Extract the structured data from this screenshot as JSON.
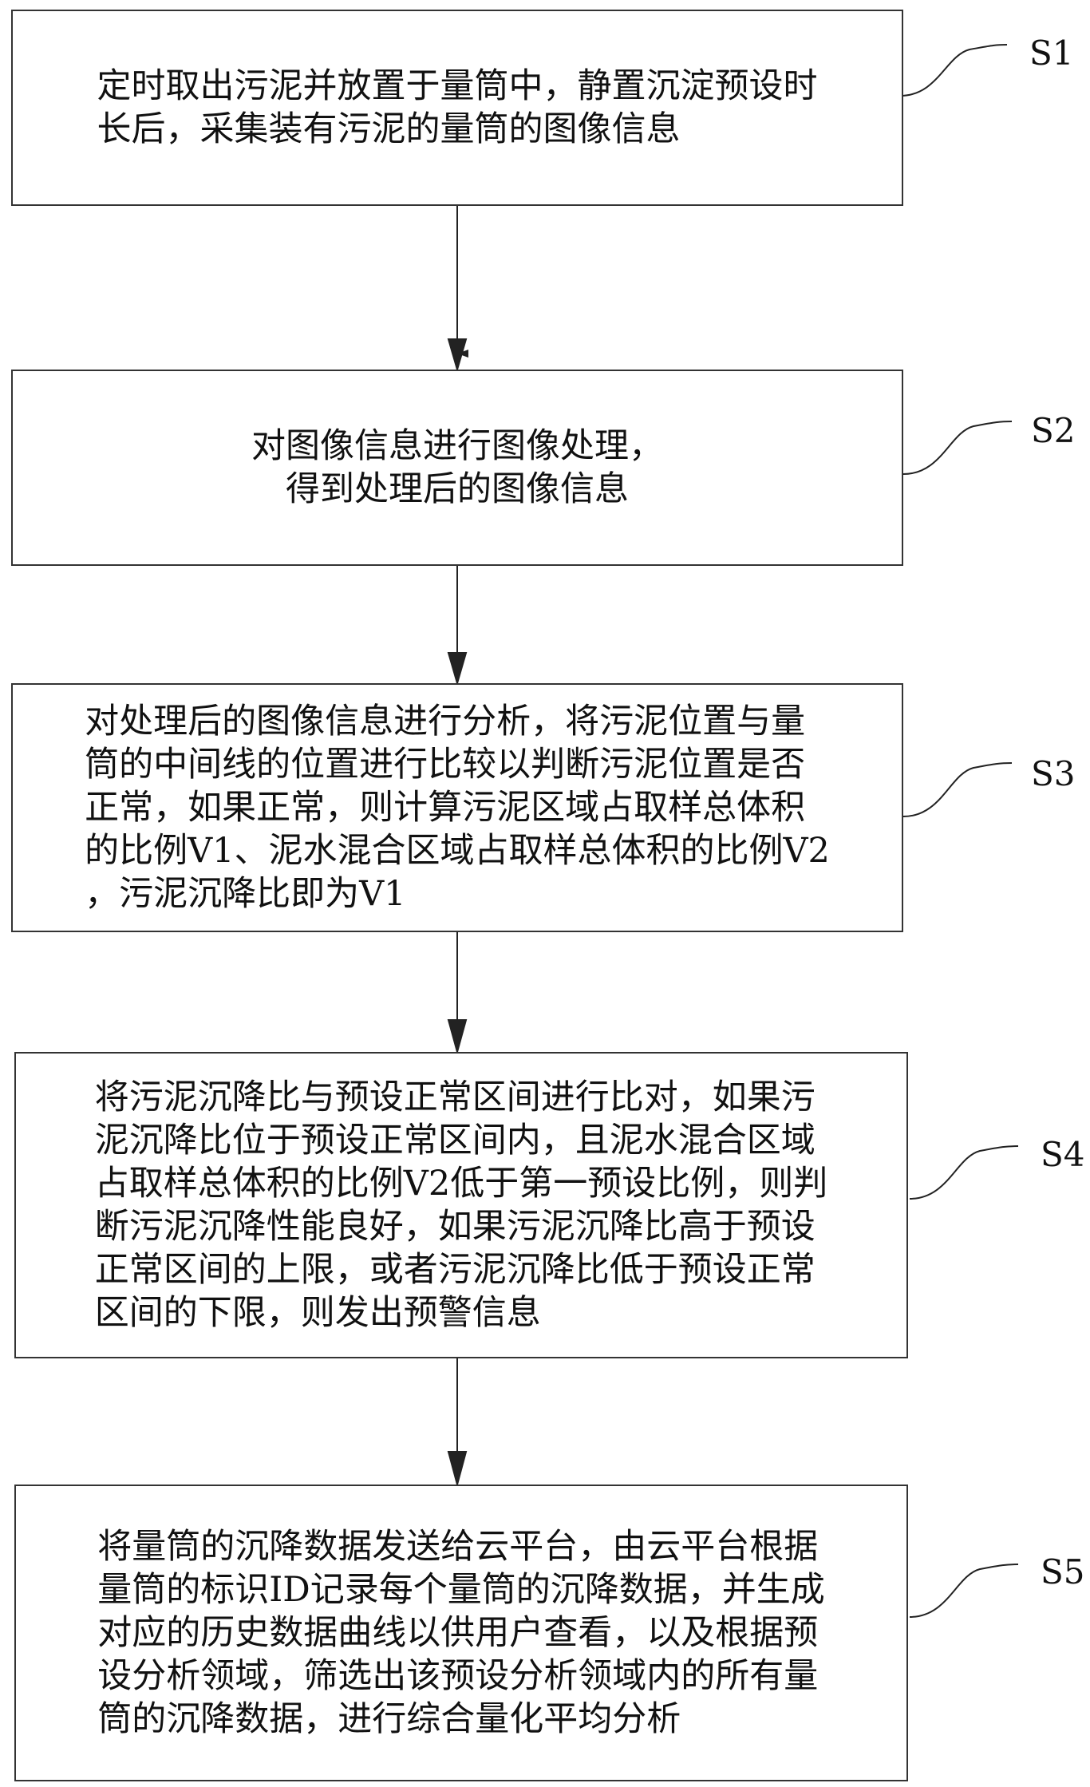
{
  "steps": [
    {
      "label": "S1",
      "text": "定时取出污泥并放置于量筒中，静置沉淀预设时\n长后，采集装有污泥的量筒的图像信息"
    },
    {
      "label": "S2",
      "text": "对图像信息进行图像处理，\n得到处理后的图像信息"
    },
    {
      "label": "S3",
      "text": "对处理后的图像信息进行分析，将污泥位置与量\n筒的中间线的位置进行比较以判断污泥位置是否\n正常，如果正常，则计算污泥区域占取样总体积\n的比例V1、泥水混合区域占取样总体积的比例V2\n，污泥沉降比即为V1"
    },
    {
      "label": "S4",
      "text": "将污泥沉降比与预设正常区间进行比对，如果污\n泥沉降比位于预设正常区间内，且泥水混合区域\n占取样总体积的比例V2低于第一预设比例，则判\n断污泥沉降性能良好，如果污泥沉降比高于预设\n正常区间的上限，或者污泥沉降比低于预设正常\n区间的下限，则发出预警信息"
    },
    {
      "label": "S5",
      "text": "将量筒的沉降数据发送给云平台，由云平台根据\n量筒的标识ID记录每个量筒的沉降数据，并生成\n对应的历史数据曲线以供用户查看，以及根据预\n设分析领域，筛选出该预设分析领域内的所有量\n筒的沉降数据，进行综合量化平均分析"
    }
  ]
}
